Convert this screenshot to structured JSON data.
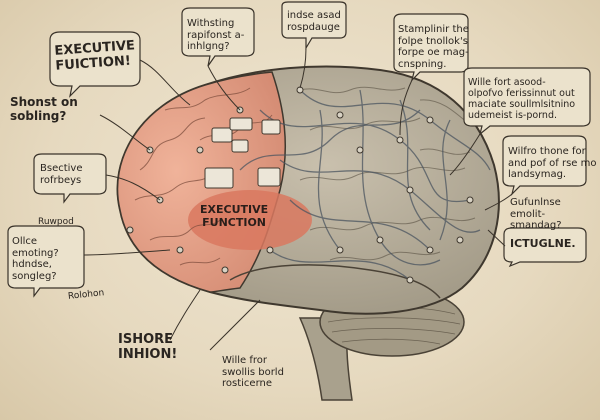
{
  "labels": {
    "exec_top": "EXECUTIVE\nFUICTION!",
    "shonst": "Shonst on\nsobling?",
    "bsective": "Bsective\nrofrbeys",
    "ruwpod": "Ruwpod",
    "ollce": "Ollce\nemoting?\nhdndse,\nsongleg?",
    "rolohon": "Rolohon",
    "ishore": "ISHORE\nINHION!",
    "wille_bottom": "Wille fror\nswollis borld\nrosticerne",
    "withsting": "Withsting\nrapifonst a-\ninhlgng?",
    "indse": "indse asad\nrospdauge",
    "stamplinir": "Stamplinir the\nfolpe tnollok's\nforpe oe mag-\ncnspning.",
    "wille_right": "Wille fort asood-\nolpofvo ferissinnut out\nmaciate soullmlsitnino\nudemeist is-pornd.",
    "wilfro": "Wilfro thone for\nand pof of rse mo\nlandsymag.",
    "gufunlnse": "Gufunlnse\nemolit-\nsmandag?",
    "ictuglne": "ICTUGLNE.",
    "center": "EXECUTIVE\nFUNCTION"
  },
  "colors": {
    "paper": "#e8ddc6",
    "frontal_lobe": "#e8a58c",
    "rest_of_brain": "#b5ab97",
    "center_region": "#d9785f",
    "ink": "#2a2520"
  }
}
